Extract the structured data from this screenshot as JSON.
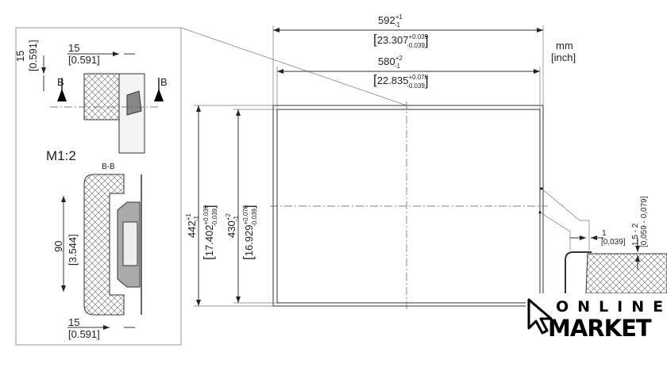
{
  "units": {
    "mm": "mm",
    "inch": "[inch]"
  },
  "width_outer": {
    "mm": "592",
    "tol_up": "+1",
    "tol_down": "-1",
    "inch": "23.307",
    "inch_up": "+0.039",
    "inch_down": "-0.039"
  },
  "width_inner": {
    "mm": "580",
    "tol_up": "+2",
    "tol_down": "-1",
    "inch": "22.835",
    "inch_up": "+0.078",
    "inch_down": "-0.039"
  },
  "height_outer": {
    "mm": "442",
    "tol_up": "+1",
    "tol_down": "-1",
    "inch": "17.402",
    "inch_up": "+0.039",
    "inch_down": "-0.039"
  },
  "height_inner": {
    "mm": "430",
    "tol_up": "+2",
    "tol_down": "-1",
    "inch": "16.929",
    "inch_up": "+0.078",
    "inch_down": "-0.039"
  },
  "detail": {
    "scale": "M1:2",
    "section_label": "B-B",
    "section_mark": "B",
    "top_vertical": {
      "mm": "15",
      "inch": "[0.591]"
    },
    "top_horizontal": {
      "mm": "15",
      "inch": "[0.591]"
    },
    "section_height": {
      "mm": "90",
      "inch": "[3.544]"
    },
    "bottom_horizontal": {
      "mm": "15",
      "inch": "[0.591]"
    }
  },
  "edge_detail": {
    "gap": {
      "mm": "1",
      "inch": "[0,039]"
    },
    "thickness": {
      "mm": "1,5 - 2",
      "inch": "[0,059 - 0,079]"
    }
  },
  "logo": {
    "line1": "ONLINE",
    "line2": "MARKET"
  }
}
